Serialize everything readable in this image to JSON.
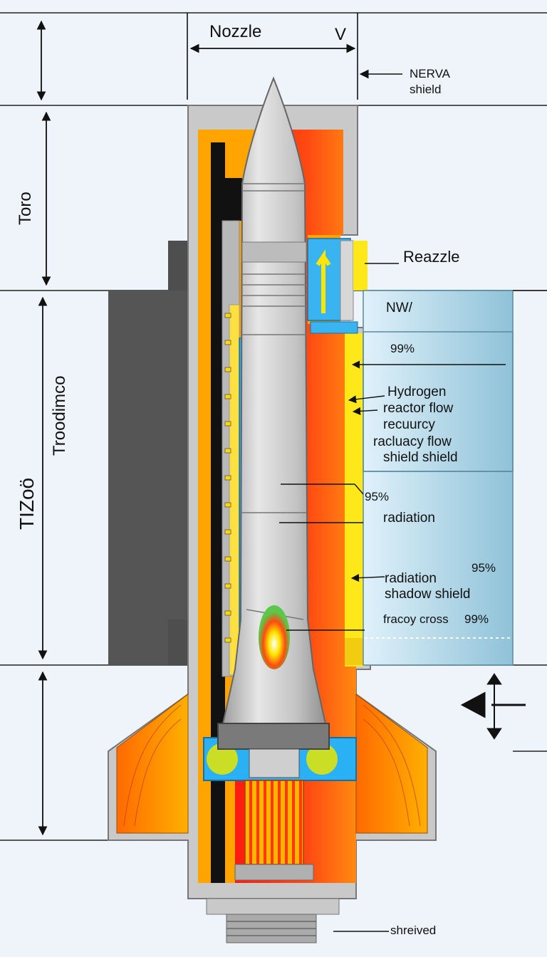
{
  "labels": {
    "nozzle_top": "Nozzle",
    "v_top": "V",
    "nerva_line1": "NERVA",
    "nerva_line2": "shield",
    "left_top": "Toro",
    "left_mid": "Troodimco",
    "left_vertical": "TIZoö",
    "reazzle": "Reazzle",
    "nw": "NW/",
    "pct_99": "99%",
    "hydrogen": "Hydrogen",
    "reactor_flow": "reactor flow",
    "recuurcy": "recuurcy",
    "racluacy_flow": "racluacy flow",
    "shield_shield": "shield shield",
    "pct_95_a": "95%",
    "radiation": "radiation",
    "radiation2": "radiation",
    "shadow_shield": "shadow shield",
    "pct_95_b": "95%",
    "fracoy_cross": "fracoy cross",
    "pct_99_b": "99%",
    "shreived": "shreived"
  },
  "colors": {
    "background": "#eef4fa",
    "housing": "#c8c8c8",
    "dark_block": "#555555",
    "hot_red": "#ff2a10",
    "orange": "#ff9a00",
    "yellow": "#ffe81a",
    "coolant_blue": "#2ab0f5",
    "rod_gray": "#bfbfbf",
    "shield_panel": "#b9dbea"
  }
}
